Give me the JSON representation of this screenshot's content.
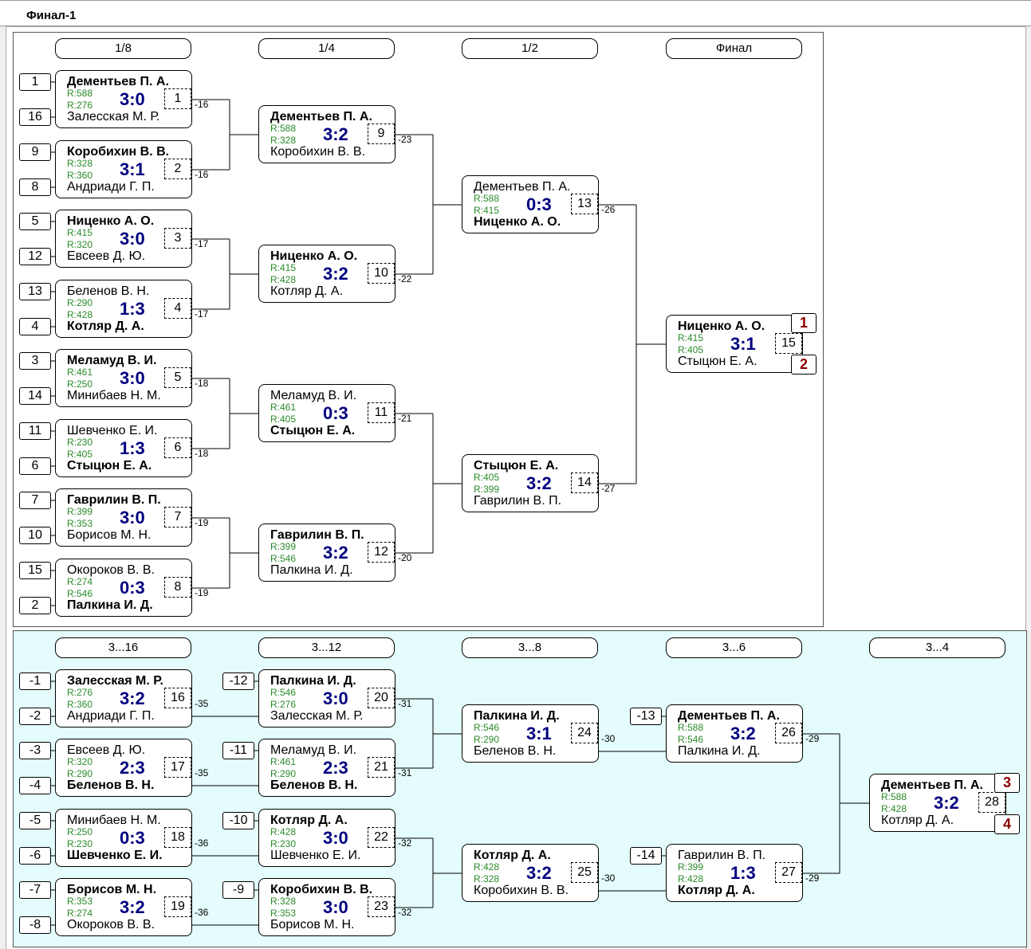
{
  "window": {
    "title": "Финал-1"
  },
  "main": {
    "rounds": [
      "1/8",
      "1/4",
      "1/2",
      "Финал"
    ],
    "seeds": [
      "1",
      "16",
      "9",
      "8",
      "5",
      "12",
      "13",
      "4",
      "3",
      "14",
      "11",
      "6",
      "7",
      "10",
      "15",
      "2"
    ],
    "matches": [
      {
        "p1": "Дементьев П. А.",
        "p2": "Залесская М. Р.",
        "r1": "R:588",
        "r2": "R:276",
        "score": "3:0",
        "num": "1",
        "loser": "-16",
        "winner": 1
      },
      {
        "p1": "Коробихин В. В.",
        "p2": "Андриади Г. П.",
        "r1": "R:328",
        "r2": "R:360",
        "score": "3:1",
        "num": "2",
        "loser": "-16",
        "winner": 1
      },
      {
        "p1": "Ниценко А. О.",
        "p2": "Евсеев Д. Ю.",
        "r1": "R:415",
        "r2": "R:320",
        "score": "3:0",
        "num": "3",
        "loser": "-17",
        "winner": 1
      },
      {
        "p1": "Беленов В. Н.",
        "p2": "Котляр Д. А.",
        "r1": "R:290",
        "r2": "R:428",
        "score": "1:3",
        "num": "4",
        "loser": "-17",
        "winner": 2
      },
      {
        "p1": "Меламуд В. И.",
        "p2": "Минибаев Н. М.",
        "r1": "R:461",
        "r2": "R:250",
        "score": "3:0",
        "num": "5",
        "loser": "-18",
        "winner": 1
      },
      {
        "p1": "Шевченко Е. И.",
        "p2": "Стыцюн Е. А.",
        "r1": "R:230",
        "r2": "R:405",
        "score": "1:3",
        "num": "6",
        "loser": "-18",
        "winner": 2
      },
      {
        "p1": "Гаврилин В. П.",
        "p2": "Борисов М. Н.",
        "r1": "R:399",
        "r2": "R:353",
        "score": "3:0",
        "num": "7",
        "loser": "-19",
        "winner": 1
      },
      {
        "p1": "Окороков В. В.",
        "p2": "Палкина И. Д.",
        "r1": "R:274",
        "r2": "R:546",
        "score": "0:3",
        "num": "8",
        "loser": "-19",
        "winner": 2
      },
      {
        "p1": "Дементьев П. А.",
        "p2": "Коробихин В. В.",
        "r1": "R:588",
        "r2": "R:328",
        "score": "3:2",
        "num": "9",
        "loser": "-23",
        "winner": 1
      },
      {
        "p1": "Ниценко А. О.",
        "p2": "Котляр Д. А.",
        "r1": "R:415",
        "r2": "R:428",
        "score": "3:2",
        "num": "10",
        "loser": "-22",
        "winner": 1
      },
      {
        "p1": "Меламуд В. И.",
        "p2": "Стыцюн Е. А.",
        "r1": "R:461",
        "r2": "R:405",
        "score": "0:3",
        "num": "11",
        "loser": "-21",
        "winner": 2
      },
      {
        "p1": "Гаврилин В. П.",
        "p2": "Палкина И. Д.",
        "r1": "R:399",
        "r2": "R:546",
        "score": "3:2",
        "num": "12",
        "loser": "-20",
        "winner": 1
      },
      {
        "p1": "Дементьев П. А.",
        "p2": "Ниценко А. О.",
        "r1": "R:588",
        "r2": "R:415",
        "score": "0:3",
        "num": "13",
        "loser": "-26",
        "winner": 2
      },
      {
        "p1": "Стыцюн Е. А.",
        "p2": "Гаврилин В. П.",
        "r1": "R:405",
        "r2": "R:399",
        "score": "3:2",
        "num": "14",
        "loser": "-27",
        "winner": 1
      },
      {
        "p1": "Ниценко А. О.",
        "p2": "Стыцюн Е. А.",
        "r1": "R:415",
        "r2": "R:405",
        "score": "3:1",
        "num": "15",
        "loser": "",
        "winner": 1
      }
    ],
    "places": [
      "1",
      "2"
    ]
  },
  "consolation": {
    "rounds": [
      "3...16",
      "3...12",
      "3...8",
      "3...6",
      "3...4"
    ],
    "seeds": [
      "-1",
      "-2",
      "-3",
      "-4",
      "-5",
      "-6",
      "-7",
      "-8"
    ],
    "seeds2": [
      "-12",
      "-11",
      "-10",
      "-9"
    ],
    "seeds4": [
      "-13",
      "-14"
    ],
    "matches": [
      {
        "p1": "Залесская М. Р.",
        "p2": "Андриади Г. П.",
        "r1": "R:276",
        "r2": "R:360",
        "score": "3:2",
        "num": "16",
        "loser": "-35",
        "winner": 1
      },
      {
        "p1": "Евсеев Д. Ю.",
        "p2": "Беленов В. Н.",
        "r1": "R:320",
        "r2": "R:290",
        "score": "2:3",
        "num": "17",
        "loser": "-35",
        "winner": 2
      },
      {
        "p1": "Минибаев Н. М.",
        "p2": "Шевченко Е. И.",
        "r1": "R:250",
        "r2": "R:230",
        "score": "0:3",
        "num": "18",
        "loser": "-36",
        "winner": 2
      },
      {
        "p1": "Борисов М. Н.",
        "p2": "Окороков В. В.",
        "r1": "R:353",
        "r2": "R:274",
        "score": "3:2",
        "num": "19",
        "loser": "-36",
        "winner": 1
      },
      {
        "p1": "Палкина И. Д.",
        "p2": "Залесская М. Р.",
        "r1": "R:546",
        "r2": "R:276",
        "score": "3:0",
        "num": "20",
        "loser": "-31",
        "winner": 1
      },
      {
        "p1": "Меламуд В. И.",
        "p2": "Беленов В. Н.",
        "r1": "R:461",
        "r2": "R:290",
        "score": "2:3",
        "num": "21",
        "loser": "-31",
        "winner": 2
      },
      {
        "p1": "Котляр Д. А.",
        "p2": "Шевченко Е. И.",
        "r1": "R:428",
        "r2": "R:230",
        "score": "3:0",
        "num": "22",
        "loser": "-32",
        "winner": 1
      },
      {
        "p1": "Коробихин В. В.",
        "p2": "Борисов М. Н.",
        "r1": "R:328",
        "r2": "R:353",
        "score": "3:0",
        "num": "23",
        "loser": "-32",
        "winner": 1
      },
      {
        "p1": "Палкина И. Д.",
        "p2": "Беленов В. Н.",
        "r1": "R:546",
        "r2": "R:290",
        "score": "3:1",
        "num": "24",
        "loser": "-30",
        "winner": 1
      },
      {
        "p1": "Котляр Д. А.",
        "p2": "Коробихин В. В.",
        "r1": "R:428",
        "r2": "R:328",
        "score": "3:2",
        "num": "25",
        "loser": "-30",
        "winner": 1
      },
      {
        "p1": "Дементьев П. А.",
        "p2": "Палкина И. Д.",
        "r1": "R:588",
        "r2": "R:546",
        "score": "3:2",
        "num": "26",
        "loser": "-29",
        "winner": 1
      },
      {
        "p1": "Гаврилин В. П.",
        "p2": "Котляр Д. А.",
        "r1": "R:399",
        "r2": "R:428",
        "score": "1:3",
        "num": "27",
        "loser": "-29",
        "winner": 2
      },
      {
        "p1": "Дементьев П. А.",
        "p2": "Котляр Д. А.",
        "r1": "R:588",
        "r2": "R:428",
        "score": "3:2",
        "num": "28",
        "loser": "",
        "winner": 1
      }
    ],
    "places": [
      "3",
      "4"
    ]
  }
}
